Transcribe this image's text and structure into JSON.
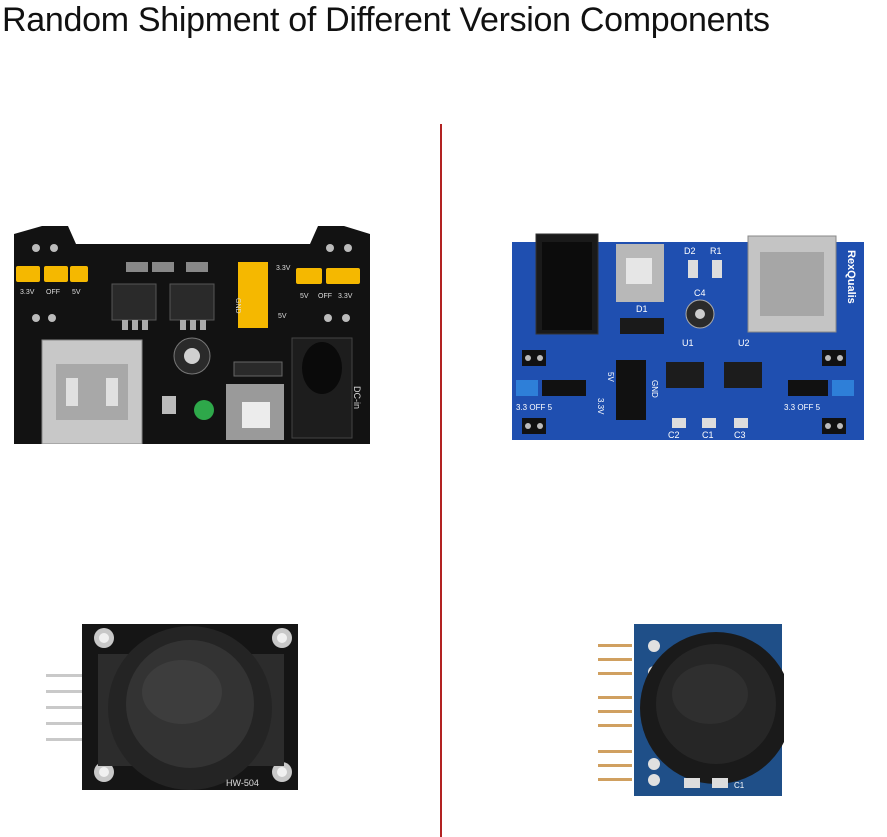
{
  "header": {
    "title": "Random Shipment of Different Version Components"
  },
  "colors": {
    "divider": "#b22222",
    "black_pcb": "#121212",
    "blue_pcb": "#1f4fb0",
    "jumper": "#f5b800"
  },
  "products": {
    "black_power_module": {
      "silk": {
        "v33_left": "3.3V",
        "off_left": "OFF",
        "v5_left": "5V",
        "gnd": "GND",
        "v33_mid": "3.3V",
        "v5_mid": "5V",
        "v5_right": "5V",
        "off_right": "OFF",
        "v33_right": "3.3V",
        "dcin": "DC-in"
      }
    },
    "blue_power_module": {
      "silk": {
        "brand": "RexQualis",
        "d2": "D2",
        "r1": "R1",
        "c4": "C4",
        "d1": "D1",
        "u1": "U1",
        "u2": "U2",
        "v5": "5V",
        "gnd": "GND",
        "v33": "3.3V",
        "left_range": "3.3  OFF  5",
        "right_range": "3.3  OFF  5",
        "c2": "C2",
        "c1": "C1",
        "c3": "C3"
      }
    },
    "black_joystick": {
      "silk": {
        "model": "HW-504"
      }
    },
    "blue_joystick": {
      "silk": {
        "c1": "C1"
      }
    }
  }
}
